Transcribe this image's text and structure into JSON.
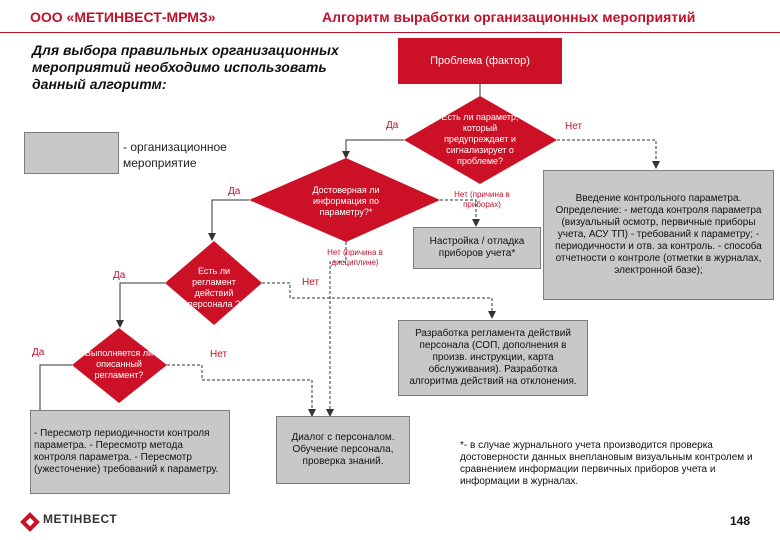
{
  "header": {
    "company": "ООО «МЕТИНВЕСТ-МРМЗ»",
    "title": "Алгоритм выработки организационных мероприятий"
  },
  "intro": "Для выбора правильных организационных мероприятий необходимо использовать данный алгоритм:",
  "legend": {
    "label": "- организационное мероприятие"
  },
  "nodes": {
    "problem": "Проблема (фактор)",
    "d1": "Есть ли параметр, который предупреждает и сигнализирует о проблеме?",
    "d2": "Достоверная ли информация по параметру?*",
    "d3": "Есть ли регламент действий персонала ?",
    "d4": "Выполняется ли описанный регламент?",
    "box_setup": "Настройка / отладка приборов учета*",
    "box_introduce": "Введение контрольного параметра. Определение: - метода контроля параметра (визуальный осмотр, первичные приборы учета, АСУ ТП) - требований к параметру; - периодичности и отв. за контроль. - способа отчетности о контроле (отметки в журналах, электронной базе);",
    "box_regulation": "Разработка регламента действий персонала (СОП, дополнения в произв. инструкции, карта обслуживания). Разработка алгоритма действий на отклонения.",
    "box_review": "- Пересмотр периодичности контроля параметра. - Пересмотр метода контроля параметра. - Пересмотр (ужесточение) требований к параметру.",
    "box_dialog": "Диалог с персоналом. Обучение персонала, проверка знаний."
  },
  "labels": {
    "yes1": "Да",
    "no1": "Нет",
    "yes2": "Да",
    "no2_device": "Нет (причина в приборах)",
    "no2_discipline": "Нет (причина в дисциплине)",
    "yes3": "Да",
    "no3": "Нет",
    "yes4": "Да",
    "no4": "Нет"
  },
  "footnote": "*- в случае журнального учета производится проверка достоверности данных внеплановым визуальным контролем и сравнением информации первичных приборов учета и информации в журналах.",
  "logo": "МЕТІНВЕСТ",
  "page_number": "148",
  "colors": {
    "accent": "#cc1126",
    "box_fill": "#c8c8c8",
    "box_border": "#7d7d7d"
  }
}
